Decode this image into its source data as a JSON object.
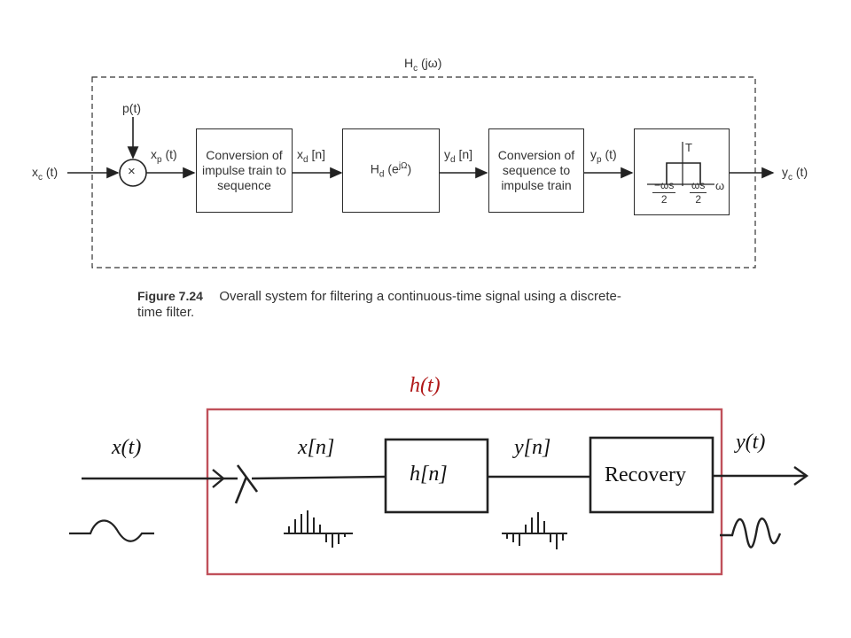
{
  "figure_top": {
    "system_label": "H",
    "system_label_sub": "c",
    "system_label_arg": "(jω)",
    "input_label": "x",
    "input_sub": "c",
    "input_arg": "(t)",
    "pulse_label": "p(t)",
    "multiplier_symbol": "×",
    "xp_label": "x",
    "xp_sub": "p",
    "xp_arg": "(t)",
    "block1_text": "Conversion of impulse train to sequence",
    "xd_label": "x",
    "xd_sub": "d",
    "xd_arg": "[n]",
    "block2_main": "H",
    "block2_sub": "d",
    "block2_arg": "(e",
    "block2_sup": "jΩ",
    "block2_close": ")",
    "yd_label": "y",
    "yd_sub": "d",
    "yd_arg": "[n]",
    "block3_text": "Conversion of sequence to impulse train",
    "yp_label": "y",
    "yp_sub": "p",
    "yp_arg": "(t)",
    "filter_gain": "T",
    "filter_left_num": "ωs",
    "filter_left_den": "2",
    "filter_right_num": "ωs",
    "filter_right_den": "2",
    "filter_axis": "ω",
    "output_label": "y",
    "output_sub": "c",
    "output_arg": "(t)"
  },
  "caption": {
    "number": "Figure 7.24",
    "text_line1": "Overall system for filtering a continuous-time signal using a discrete-",
    "text_line2": "time filter."
  },
  "figure_bottom": {
    "system_label": "h(t)",
    "input_label": "x(t)",
    "xn_label": "x[n]",
    "block_label": "h[n]",
    "yn_label": "y[n]",
    "recovery_label": "Recovery",
    "output_label": "y(t)",
    "system_label_color": "#b01818",
    "enclosure_color": "#c0505a"
  }
}
